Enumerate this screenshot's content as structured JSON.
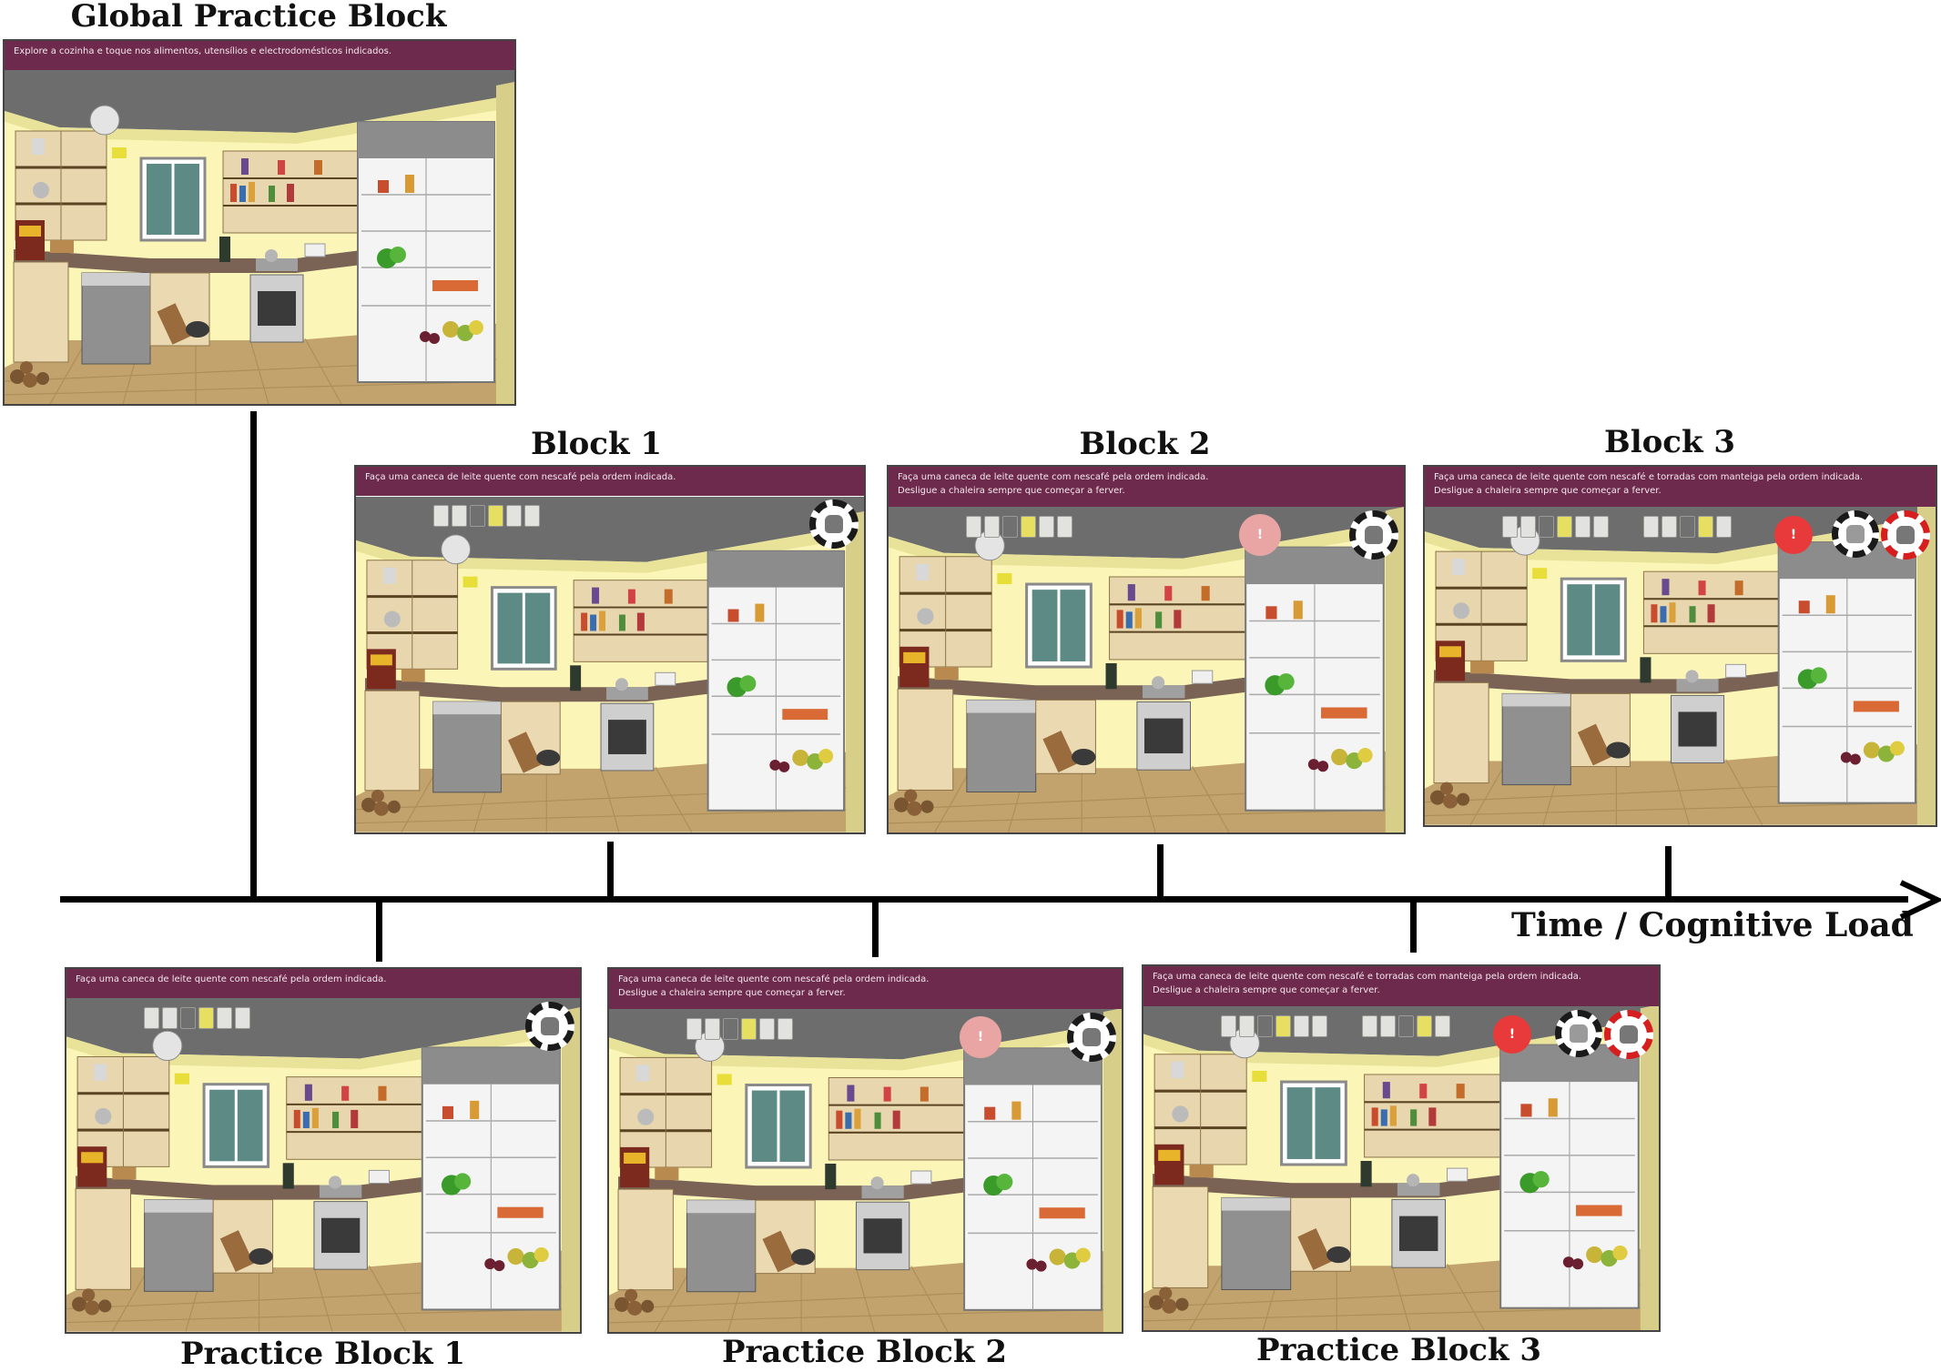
{
  "titles": {
    "global": "Global Practice Block",
    "block1": "Block 1",
    "block2": "Block 2",
    "block3": "Block 3",
    "practice1": "Practice Block 1",
    "practice2": "Practice Block 2",
    "practice3": "Practice Block 3",
    "axis": "Time / Cognitive Load"
  },
  "instructions": {
    "global": [
      "Explore a cozinha e toque nos alimentos, utensílios e electrodomésticos indicados."
    ],
    "level1": [
      "Faça uma caneca de leite quente com nescafé pela ordem indicada."
    ],
    "level2": [
      "Faça uma caneca de leite quente com nescafé pela ordem indicada.",
      "Desligue a chaleira sempre que começar a ferver."
    ],
    "level3": [
      "Faça uma caneca de leite quente com nescafé e torradas com manteiga pela ordem indicada.",
      "Desligue a chaleira sempre que começar a ferver."
    ]
  },
  "icons": {
    "timer": "stopwatch-kettle-icon",
    "alarm": "kettle-alarm-icon",
    "toaster_timer": "stopwatch-toaster-icon",
    "tool": "task-item-icon"
  },
  "colors": {
    "instruction_bar": "#6e2a4c",
    "timer_ring": "#1a1a1a",
    "timer_ring_red": "#d61e1e",
    "alarm": "#e83a3a",
    "axis": "#000000"
  }
}
